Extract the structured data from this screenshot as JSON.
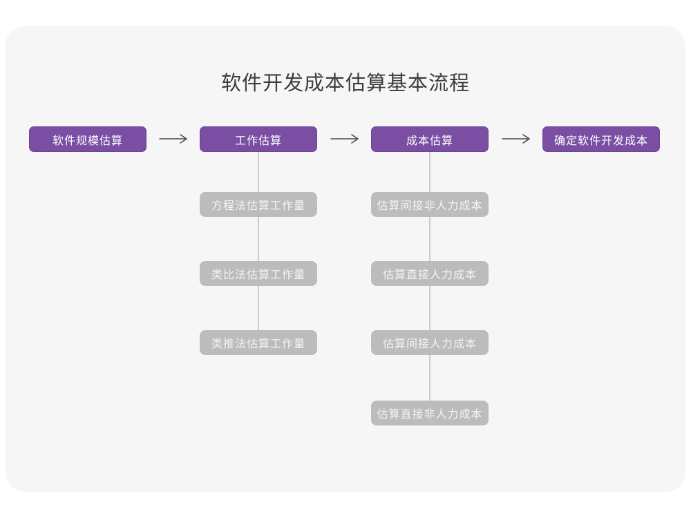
{
  "page": {
    "title": "软件开发成本估算基本流程"
  },
  "colors": {
    "card_background": "#f6f6f7",
    "stage_fill": "#7a4fa3",
    "stage_border": "#6c4397",
    "stage_text": "#ffffff",
    "substep_fill": "#bcbcbc",
    "substep_text": "#f4f4f4",
    "connector_line": "#cccccc",
    "arrow_stroke": "#4a4a4a",
    "title_text": "#3d3d3d"
  },
  "flow": {
    "stages": [
      {
        "label": "软件规模估算"
      },
      {
        "label": "工作估算"
      },
      {
        "label": "成本估算"
      },
      {
        "label": "确定软件开发成本"
      }
    ],
    "arrows": {
      "icon": "right-arrow-icon",
      "count": 3
    },
    "substeps": {
      "work_estimation": [
        "方程法估算工作量",
        "类比法估算工作量",
        "类推法估算工作量"
      ],
      "cost_estimation": [
        "估算间接非人力成本",
        "估算直接人力成本",
        "估算间接人力成本",
        "估算直接非人力成本"
      ]
    }
  }
}
